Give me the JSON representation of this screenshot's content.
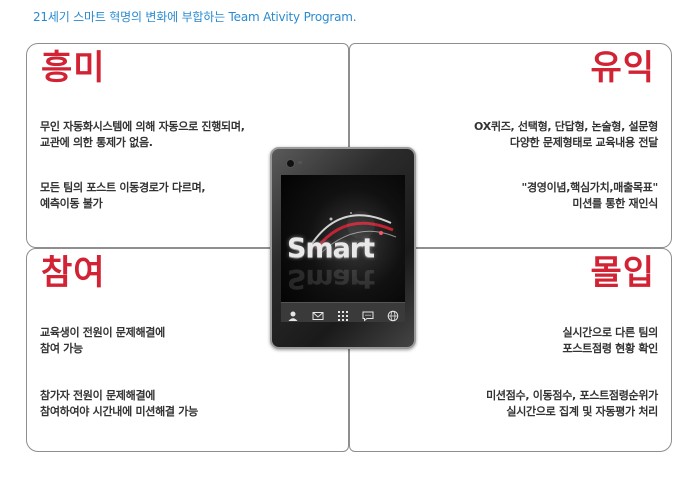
{
  "subtitle": "21세기 스마트 혁명의 변화에 부합하는 Team Ativity Program.",
  "cards": {
    "fun": {
      "title": "흥미",
      "p1": [
        "무인 자동화시스템에 의해 자동으로 진행되며,",
        "교관에 의한 통제가 없음."
      ],
      "p2": [
        "모든 팀의 포스트 이동경로가 다르며,",
        "예측이동 불가"
      ]
    },
    "benefit": {
      "title": "유익",
      "p1": [
        "OX퀴즈, 선택형, 단답형, 논술형, 설문형",
        "다양한 문제형태로 교육내용 전달"
      ],
      "p2": [
        "\"경영이념,핵심가치,매출목표\"",
        "미션를 통한 재인식"
      ]
    },
    "participation": {
      "title": "참여",
      "p1": [
        "교육생이 전원이 문제해결에",
        "참여 가능"
      ],
      "p2": [
        "참가자 전원이 문제해결에",
        "참여하여야 시간내에 미션해결 가능"
      ]
    },
    "immersion": {
      "title": "몰입",
      "p1": [
        "실시간으로 다른 팀의",
        "포스트점령 현황 확인"
      ],
      "p2": [
        "미션점수, 이동점수, 포스트점령순위가",
        "실시간으로 집계 및 자동평가 처리"
      ]
    }
  },
  "tablet": {
    "logo_text": "Smart",
    "dock_icons": [
      "user-icon",
      "mail-icon",
      "grid-icon",
      "chat-icon",
      "globe-icon"
    ]
  },
  "colors": {
    "accent_red": "#d22335",
    "subtitle_blue": "#2a8bd1",
    "body_text": "#333333"
  }
}
